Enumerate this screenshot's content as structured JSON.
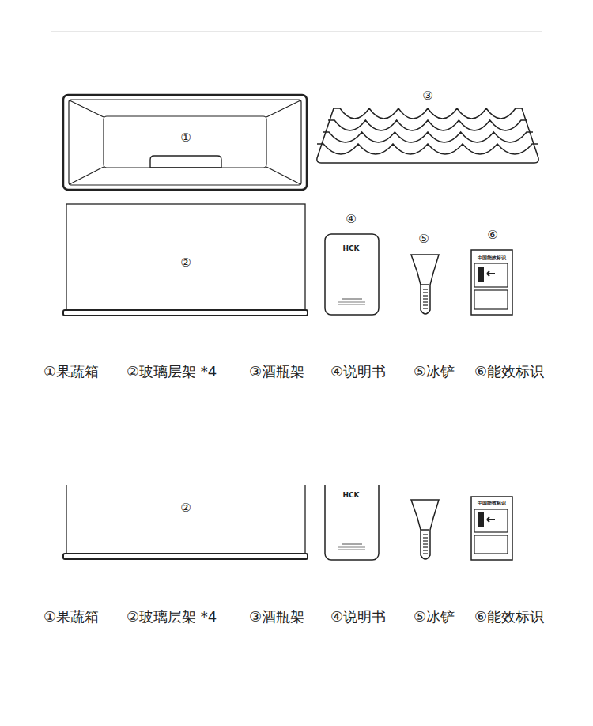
{
  "diagram": {
    "labels": [
      "①",
      "③",
      "②",
      "④",
      "HCK",
      "⑤",
      "⑥",
      "中国能效标识",
      "①果蔬箱",
      "②玻璃层架 *4",
      "③酒瓶架",
      "④说明书",
      "⑤冰铲",
      "⑥能效标识",
      "②",
      "HCK",
      "中国能效标识",
      "①果蔬箱",
      "②玻璃层架 *4",
      "③酒瓶架",
      "④说明书",
      "⑤冰铲",
      "⑥能效标识"
    ]
  }
}
